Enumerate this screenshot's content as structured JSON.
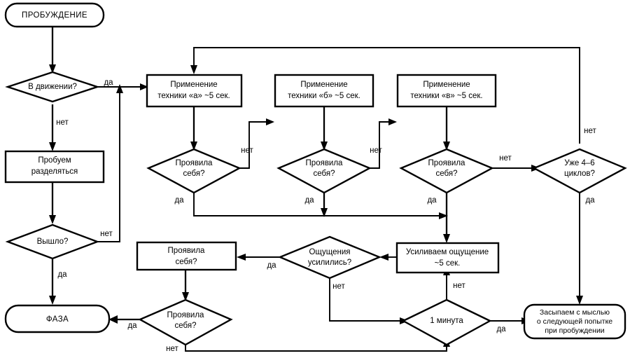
{
  "diagram": {
    "title": "Flowchart: Awakening phase-entry technique cycle",
    "language": "ru",
    "colors": {
      "background": "#ffffff",
      "stroke": "#000000",
      "fill": "#ffffff",
      "text": "#000000"
    },
    "nodes": [
      {
        "id": "start",
        "shape": "terminal",
        "label": "ПРОБУЖДЕНИЕ"
      },
      {
        "id": "moving",
        "shape": "decision",
        "label_line1": "В движении?"
      },
      {
        "id": "separate",
        "shape": "process",
        "label_line1": "Пробуем",
        "label_line2": "разделяться"
      },
      {
        "id": "worked",
        "shape": "decision",
        "label_line1": "Вышло?"
      },
      {
        "id": "phase",
        "shape": "terminal",
        "label": "ФАЗА"
      },
      {
        "id": "tech_a",
        "shape": "process",
        "label_line1": "Применение",
        "label_line2": "техники «а» ~5 сек."
      },
      {
        "id": "tech_b",
        "shape": "process",
        "label_line1": "Применение",
        "label_line2": "техники «б» ~5 сек."
      },
      {
        "id": "tech_v",
        "shape": "process",
        "label_line1": "Применение",
        "label_line2": "техники «в» ~5 сек."
      },
      {
        "id": "shown_a",
        "shape": "decision",
        "label_line1": "Проявила",
        "label_line2": "себя?"
      },
      {
        "id": "shown_b",
        "shape": "decision",
        "label_line1": "Проявила",
        "label_line2": "себя?"
      },
      {
        "id": "shown_v",
        "shape": "decision",
        "label_line1": "Проявила",
        "label_line2": "себя?"
      },
      {
        "id": "cycles",
        "shape": "decision",
        "label_line1": "Уже 4–6",
        "label_line2": "циклов?"
      },
      {
        "id": "amplify",
        "shape": "process",
        "label_line1": "Усиливаем ощущение",
        "label_line2": "~5 сек."
      },
      {
        "id": "stronger",
        "shape": "decision",
        "label_line1": "Ощущения",
        "label_line2": "усилились?"
      },
      {
        "id": "shown_box",
        "shape": "process",
        "label_line1": "Проявила",
        "label_line2": "себя?"
      },
      {
        "id": "shown_final",
        "shape": "decision",
        "label_line1": "Проявила",
        "label_line2": "себя?"
      },
      {
        "id": "one_minute",
        "shape": "decision",
        "label_line1": "1 минута"
      },
      {
        "id": "sleep",
        "shape": "terminal",
        "label_line1": "Засыпаем с мыслью",
        "label_line2": "о следующей попытке",
        "label_line3": "при пробуждении"
      }
    ],
    "edge_labels": {
      "moving_yes": "да",
      "moving_no": "нет",
      "worked_yes": "да",
      "worked_no": "нет",
      "shown_a_yes": "да",
      "shown_a_no": "нет",
      "shown_b_yes": "да",
      "shown_b_no": "нет",
      "shown_v_yes": "да",
      "shown_v_no": "нет",
      "cycles_yes": "да",
      "cycles_no": "нет",
      "stronger_yes": "да",
      "stronger_no": "нет",
      "shown_final_yes": "да",
      "shown_final_no": "нет",
      "one_minute_yes": "да",
      "one_minute_no": "нет"
    }
  }
}
